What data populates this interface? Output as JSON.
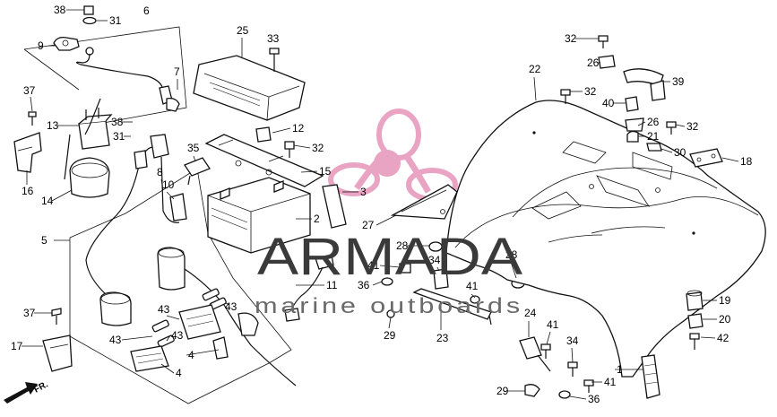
{
  "watermark": {
    "brand": "ARMADA",
    "tagline": "marine outboards",
    "color": "#e9a0c0"
  },
  "direction_marker": "FR.",
  "callouts": [
    "1",
    "2",
    "3",
    "4",
    "4",
    "5",
    "6",
    "7",
    "8",
    "9",
    "10",
    "11",
    "12",
    "13",
    "14",
    "15",
    "16",
    "17",
    "18",
    "19",
    "20",
    "21",
    "22",
    "23",
    "24",
    "25",
    "26",
    "26",
    "27",
    "28",
    "28",
    "29",
    "29",
    "30",
    "31",
    "31",
    "32",
    "32",
    "32",
    "32",
    "33",
    "34",
    "34",
    "35",
    "36",
    "36",
    "37",
    "37",
    "38",
    "38",
    "39",
    "40",
    "41",
    "41",
    "41",
    "41",
    "42",
    "43",
    "43",
    "43",
    "43"
  ]
}
